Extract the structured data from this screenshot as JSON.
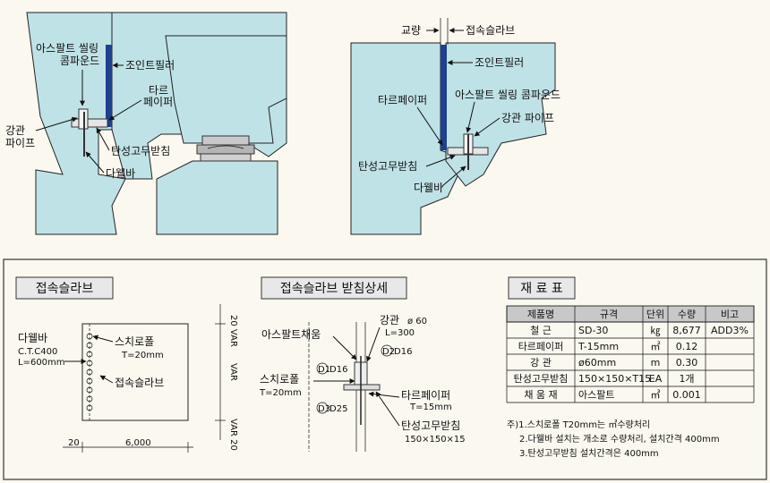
{
  "top_left": {
    "asphalt": [
      "아스팔트 씰링",
      "콤파운드"
    ],
    "joint_filler": "조인트필러",
    "tar": [
      "타르",
      "페이퍼"
    ],
    "pipe": [
      "강관",
      "파이프"
    ],
    "rubber": "탄성고무받침",
    "dowel": "다웰바"
  },
  "top_right": {
    "bridge": "교량",
    "slab": "접속슬라브",
    "joint_filler": "조인트필러",
    "tar": "타르페이퍼",
    "asphalt": "아스팔트 씰링 콤파운드",
    "pipe": "강관 파이프",
    "rubber": "탄성고무받침",
    "dowel": "다웰바"
  },
  "plan": {
    "title": "접속슬라브",
    "dowel": [
      "다웰바",
      "C.T.C400",
      "L=600mm"
    ],
    "styro": "스치로폴",
    "styro_t": "T=20mm",
    "slab": "접속슬라브",
    "var_top": "20 VAR",
    "var_mid": "VAR",
    "var_bot": "VAR 20",
    "dim_left": "20",
    "dim_main": "6,000"
  },
  "detail": {
    "title": "접속슬라브 받침상세",
    "pipe": "강관",
    "pipe_dia": "ø 60",
    "pipe_l": "L=300",
    "asphalt_fill": "아스팔트채움",
    "d1": "D1",
    "d1_v": "D16",
    "d2": "D2",
    "d2_v": "D16",
    "d3": "D3",
    "d3_v": "D25",
    "styro": "스치로폴",
    "styro_t": "T=20mm",
    "tar": "타르페이퍼",
    "tar_t": "T=15mm",
    "rubber": "탄성고무받침",
    "rubber_size": "150×150×15"
  },
  "materials": {
    "title": "재 료 표",
    "headers": [
      "제품명",
      "규격",
      "단위",
      "수량",
      "비고"
    ],
    "rows": [
      [
        "철 근",
        "SD-30",
        "㎏",
        "8,677",
        "ADD3%"
      ],
      [
        "타르페이퍼",
        "T-15mm",
        "㎡",
        "0.12",
        ""
      ],
      [
        "강 관",
        "ø60mm",
        "m",
        "0.30",
        ""
      ],
      [
        "탄성고무받침",
        "150×150×T15",
        "EA",
        "1개",
        ""
      ],
      [
        "채 움 재",
        "아스팔트",
        "㎥",
        "0.001",
        ""
      ]
    ],
    "notes": [
      "주)1.스치로폴 T20mm는 ㎡수량처리",
      "2.다웰바 설치는 개소로 수량처리, 설치간격 400mm",
      "3.탄성고무받침 설치간격은 400mm"
    ]
  },
  "colors": {
    "concrete": "#bfe2e6",
    "filler": "#1f3f8f",
    "panel": "#fbf8ef"
  }
}
